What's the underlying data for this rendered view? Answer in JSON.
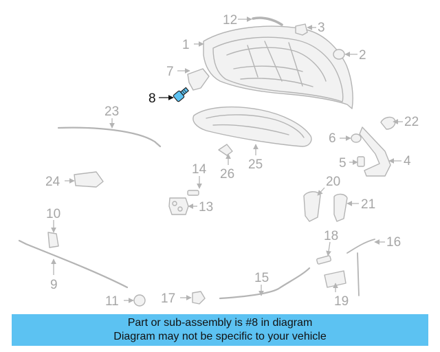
{
  "callouts": {
    "c1": "1",
    "c2": "2",
    "c3": "3",
    "c4": "4",
    "c5": "5",
    "c6": "6",
    "c7": "7",
    "c8": "8",
    "c9": "9",
    "c10": "10",
    "c11": "11",
    "c12": "12",
    "c13": "13",
    "c14": "14",
    "c15": "15",
    "c16": "16",
    "c17": "17",
    "c18": "18",
    "c19": "19",
    "c20": "20",
    "c21": "21",
    "c22": "22",
    "c23": "23",
    "c24": "24",
    "c25": "25",
    "c26": "26"
  },
  "highlight_color": "#5cc2f2",
  "banner": {
    "line1": "Part or sub-assembly is #8 in diagram",
    "line2": "Diagram may not be specific to your vehicle"
  }
}
